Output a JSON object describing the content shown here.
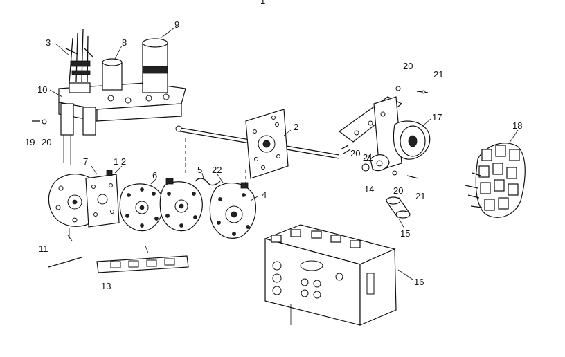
{
  "labels": {
    "p1": "1",
    "p2": "2",
    "p3": "3",
    "p4": "4",
    "p5": "5",
    "p6": "6",
    "p7": "7",
    "p8": "8",
    "p9": "9",
    "p10": "10",
    "p11": "11",
    "p12": "1 2",
    "p13": "13",
    "p14": "14",
    "p15": "15",
    "p16": "16",
    "p17": "17",
    "p18": "18",
    "p19": "19",
    "p20a": "20",
    "p20b": "20",
    "p20c": "20",
    "p20d": "20",
    "p21a": "21",
    "p21b": "21",
    "p21c": "21",
    "p22": "22"
  },
  "colors": {
    "ink": "#111111",
    "paper": "#ffffff"
  }
}
